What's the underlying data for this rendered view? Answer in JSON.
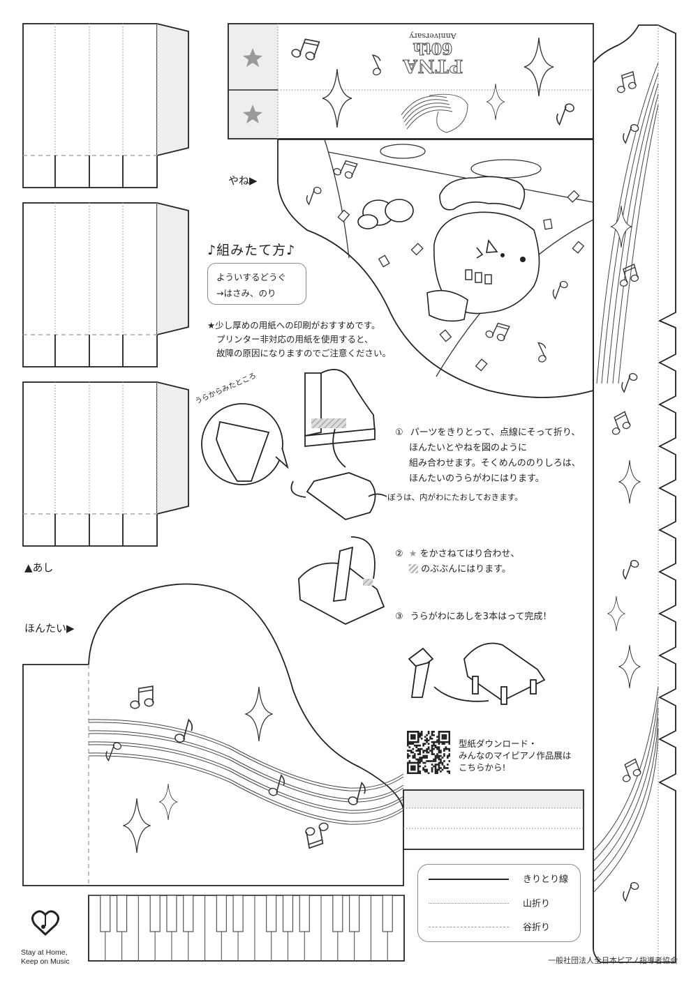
{
  "document": {
    "roof_label": "やね▶",
    "legs_label": "▲あし",
    "body_label": "ほんたい▶",
    "instructions_title": "♪組みたて方♪",
    "tools": {
      "line1": "よういするどうぐ",
      "line2": "→はさみ、のり"
    },
    "notice": [
      "★少し厚めの用紙への印刷がおすすめです。",
      "プリンター非対応の用紙を使用すると、",
      "故障の原因になりますのでご注意ください。"
    ],
    "back_view_label": "うらからみたところ",
    "steps": [
      {
        "number": "①",
        "lines": [
          "パーツをきりとって、点線にそって折り、",
          "ほんたいとやねを図のように",
          "組み合わせます。そくめんののりしろは、",
          "ほんたいのうらがわにはります。"
        ],
        "note": "ぼうは、内がわにたおしておきます。"
      },
      {
        "number": "②",
        "lines": [
          "をかさねてはり合わせ、",
          "のぶぶんにはります。"
        ]
      },
      {
        "number": "③",
        "lines": [
          "うらがわにあしを3本はって完成！"
        ]
      }
    ],
    "download": {
      "lines": [
        "型紙ダウンロード・",
        "みんなのマイピアノ作品展は",
        "こちらから!"
      ]
    },
    "legend": [
      {
        "name": "きりとり線",
        "style": "cut"
      },
      {
        "name": "山折り",
        "style": "mountain"
      },
      {
        "name": "谷折り",
        "style": "valley"
      }
    ],
    "anniversary": {
      "brand": "PTNA",
      "edition": "60th",
      "word": "Anniversary"
    },
    "logo": {
      "line1": "Stay at Home,",
      "line2": "Keep on Music"
    },
    "organization": "一般社団法人全日本ピアノ指導者協会"
  },
  "colors": {
    "line": "#222222",
    "fold": "#888888",
    "glue_tab": "#eeeeee",
    "star": "#999999",
    "hatch": "#b5b5b5"
  }
}
